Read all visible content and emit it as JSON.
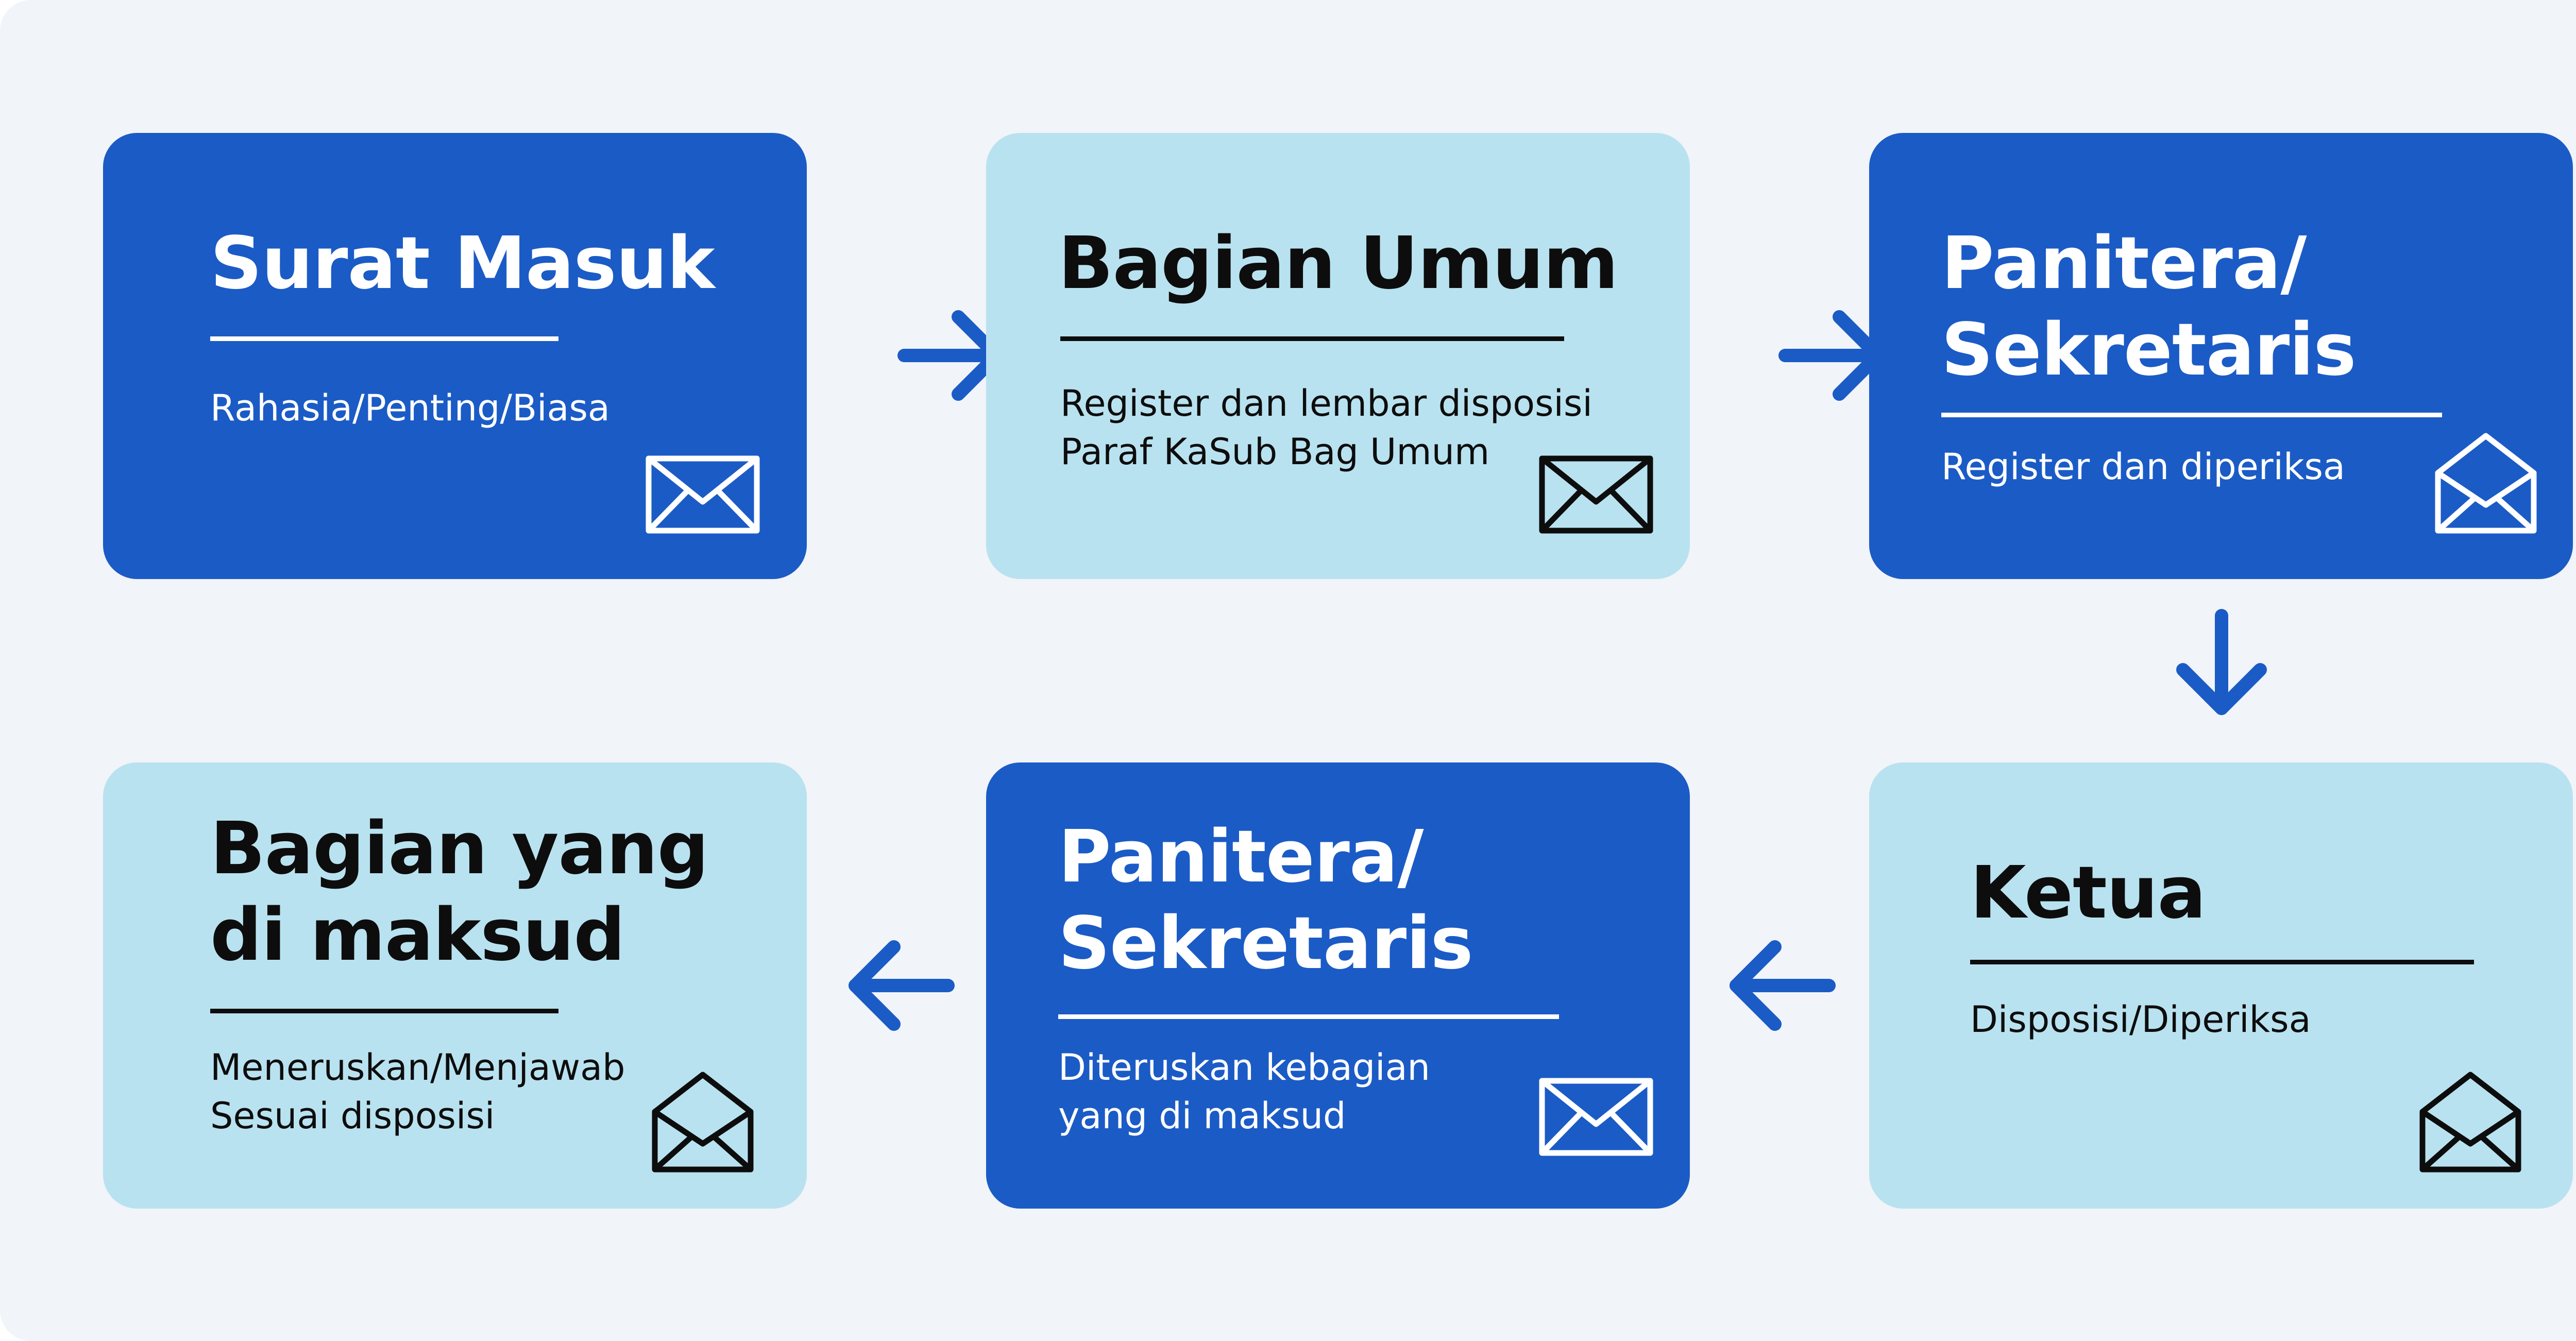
{
  "colors": {
    "background": "#f1f4f8",
    "dark_card": "#1b5bc6",
    "light_card": "#b9e2f0",
    "arrow": "#1b5bc6"
  },
  "steps": [
    {
      "title": "Surat Masuk",
      "desc": "Rahasia/Penting/Biasa",
      "style": "dark",
      "icon": "envelope-closed-icon"
    },
    {
      "title": "Bagian Umum",
      "desc": "Register dan lembar disposisi\nParaf KaSub Bag Umum",
      "style": "light",
      "icon": "envelope-closed-icon"
    },
    {
      "title": "Panitera/\nSekretaris",
      "desc": "Register dan diperiksa",
      "style": "dark",
      "icon": "envelope-open-icon"
    },
    {
      "title": "Ketua",
      "desc": "Disposisi/Diperiksa",
      "style": "light",
      "icon": "envelope-open-icon"
    },
    {
      "title": "Panitera/\nSekretaris",
      "desc": "Diteruskan kebagian\nyang di maksud",
      "style": "dark",
      "icon": "envelope-closed-icon"
    },
    {
      "title": "Bagian yang\ndi maksud",
      "desc": "Meneruskan/Menjawab\nSesuai disposisi",
      "style": "light",
      "icon": "envelope-open-icon"
    }
  ],
  "arrows": [
    "right",
    "right",
    "down",
    "left",
    "left"
  ]
}
